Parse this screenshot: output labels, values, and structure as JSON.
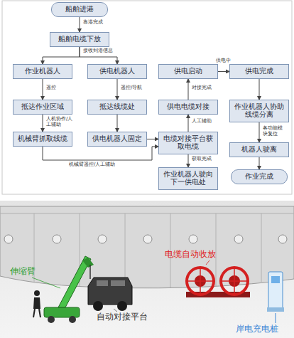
{
  "diagram": {
    "nodes": [
      {
        "text": [
          "船舶进港"
        ]
      },
      {
        "text": [
          "船舶电缆下放"
        ]
      },
      {
        "text": [
          "作业机器人"
        ]
      },
      {
        "text": [
          "供电机器人"
        ]
      },
      {
        "text": [
          "抵达作业区域"
        ]
      },
      {
        "text": [
          "抵达线缆处"
        ]
      },
      {
        "text": [
          "机械臂抓取线缆"
        ]
      },
      {
        "text": [
          "供电机器人固定"
        ]
      },
      {
        "text": [
          "供电启动"
        ]
      },
      {
        "text": [
          "供电电缆对接"
        ]
      },
      {
        "text": [
          "电缆对接平台获取电缆"
        ]
      },
      {
        "text": [
          "作业机器人驶向下一供电处"
        ]
      },
      {
        "text": [
          "供电完成"
        ]
      },
      {
        "text": [
          "作业机器人协助线缆分离"
        ]
      },
      {
        "text": [
          "机器人驶离"
        ]
      },
      {
        "text": [
          "作业完成"
        ]
      }
    ],
    "edges": [
      {
        "from": 0,
        "to": 1,
        "label": "靠港完成",
        "arrow": "to"
      },
      {
        "from": 1,
        "to": 2,
        "label": "接收到港信息",
        "arrow": "to"
      },
      {
        "from": 1,
        "to": 3,
        "arrow": "to"
      },
      {
        "from": 2,
        "to": 4,
        "label": "遥控",
        "arrow": "to"
      },
      {
        "from": 3,
        "to": 5,
        "label": "遥控/导航",
        "arrow": "to"
      },
      {
        "from": 4,
        "to": 6,
        "label": "人机协作/人工辅助",
        "arrow": "to"
      },
      {
        "from": 5,
        "to": 7,
        "arrow": "to"
      },
      {
        "from": 6,
        "to": 10,
        "label": "机械臂遥控/人工辅助",
        "arrow": "to"
      },
      {
        "from": 7,
        "to": 10,
        "arrow": "to"
      },
      {
        "from": 10,
        "to": 9,
        "label": "人工辅助",
        "arrow": "to"
      },
      {
        "from": 9,
        "to": 8,
        "label": "对接完成",
        "arrow": "to"
      },
      {
        "from": 10,
        "to": 11,
        "label": "获取完成",
        "arrow": "to"
      },
      {
        "from": 8,
        "to": 12,
        "label": "供电中",
        "arrow": "to"
      },
      {
        "from": 12,
        "to": 13,
        "arrow": "to"
      },
      {
        "from": 13,
        "to": 14,
        "label": "各功能模块复位",
        "arrow": "to"
      },
      {
        "from": 14,
        "to": 15,
        "arrow": "to"
      }
    ],
    "labels": [
      "伸缩臂",
      "电缆自动收放",
      "自动对接平台",
      "岸电充电桩"
    ]
  }
}
